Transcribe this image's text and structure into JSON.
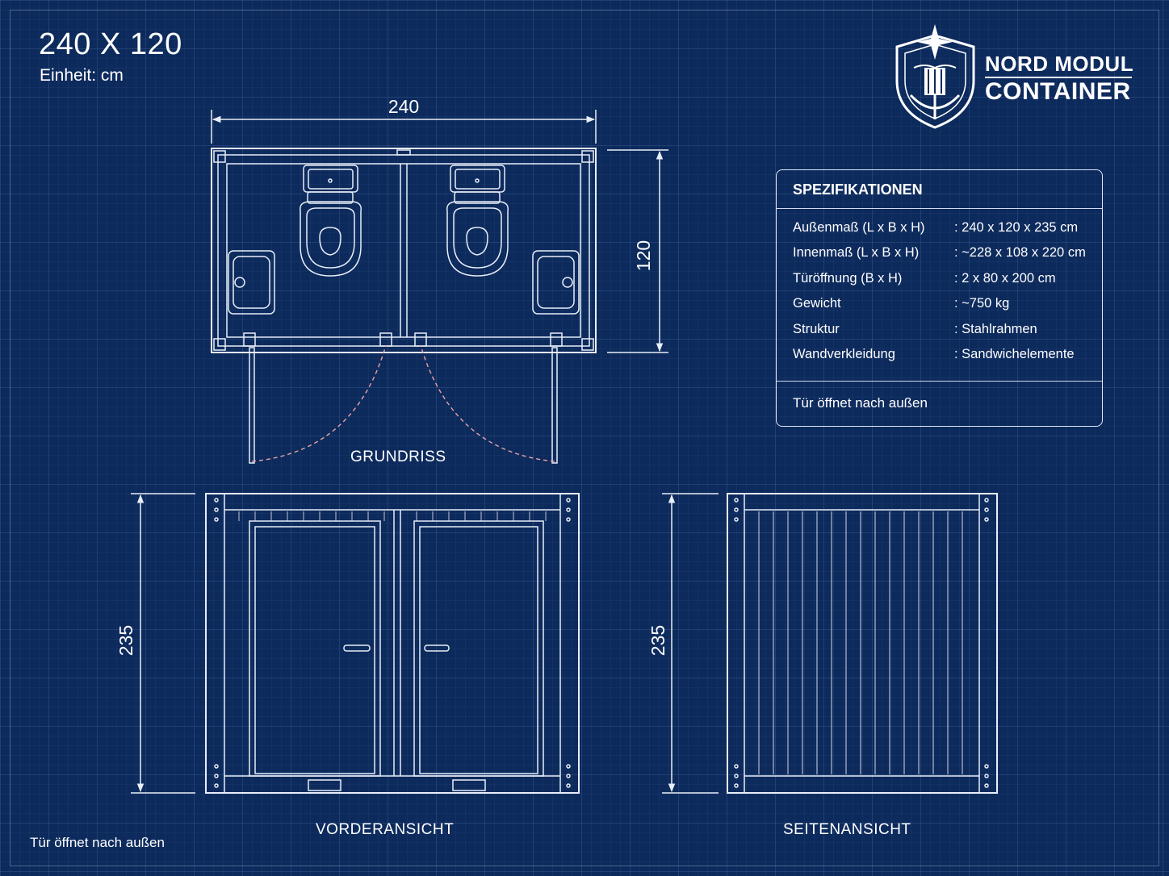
{
  "header": {
    "title": "240 X 120",
    "unit": "Einheit: cm"
  },
  "brand": {
    "line1": "NORD MODUL",
    "line2": "CONTAINER"
  },
  "dimensions": {
    "plan_width": "240",
    "plan_depth": "120",
    "front_height": "235",
    "side_height": "235"
  },
  "views": {
    "plan": "GRUNDRISS",
    "front": "VORDERANSICHT",
    "side": "SEITENANSICHT"
  },
  "specs": {
    "title": "SPEZIFIKATIONEN",
    "rows": [
      {
        "key": "Außenmaß (L x B x H)",
        "value": ": 240 x 120 x 235 cm"
      },
      {
        "key": "Innenmaß (L x B x H)",
        "value": ": ~228 x 108 x 220 cm"
      },
      {
        "key": "Türöffnung (B x H)",
        "value": ": 2 x 80 x 200 cm"
      },
      {
        "key": "Gewicht",
        "value": ": ~750 kg"
      },
      {
        "key": "Struktur",
        "value": ": Stahlrahmen"
      },
      {
        "key": "Wandverkleidung",
        "value": ": Sandwichelemente"
      }
    ],
    "footer": "Tür öffnet nach außen"
  },
  "footnote": "Tür öffnet nach außen",
  "colors": {
    "background": "#0d2a5c",
    "line": "#e8eef8",
    "door_swing": "#e8a4a4"
  }
}
